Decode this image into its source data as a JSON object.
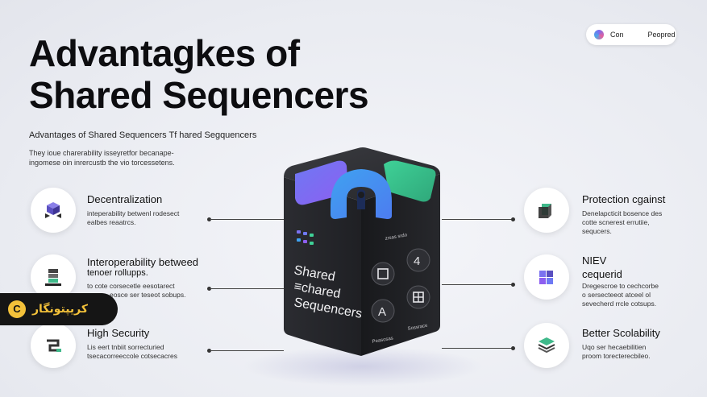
{
  "title_line1": "Advantagkes of",
  "title_line2": "Shared Sequencers",
  "subtitle": "Advantages of Shared Sequencers Tf hared Segquencers",
  "intro_line1": "They ioue charerability isseyretfor becanape-",
  "intro_line2": "ingomese oin inrercustb the vio torcessetens.",
  "pill": {
    "left_label": "Con",
    "right_label": "Peopred"
  },
  "left_features": [
    {
      "title": "Decentralization",
      "desc_line1": "inteperability betwenl rodesect",
      "desc_line2": "ealbes reaatrcs.",
      "icon": "cubes-icon"
    },
    {
      "title": "Interoperability betweed",
      "title_line2": "tenoer rollupps.",
      "desc_line1": "to cote corsecetle eesotarect",
      "desc_line2": "eosce ser teseot sobups.",
      "icon": "server-stack-icon"
    },
    {
      "title": "High Security",
      "desc_line1": "Lis eert tnbiit sorrecturied",
      "desc_line2": "tsecacorreeccole cotsecacres",
      "icon": "shield-icon"
    }
  ],
  "right_features": [
    {
      "title": "Protection cgainst",
      "desc_line1": "Denelapcticit bosence des",
      "desc_line2": "cotte scnerest errutiie,",
      "desc_line3": "sequcers.",
      "icon": "box-icon"
    },
    {
      "title": "NIEV",
      "title_line2": "cequerid",
      "desc_line1": "Dregescroe to cechcorbe",
      "desc_line2": "o sersecteeot atceel ol",
      "desc_line3": "sevecherd rrcle cotsups.",
      "icon": "puzzle-blocks-icon"
    },
    {
      "title": "Better Scolability",
      "desc_line1": "Uqo ser hecaebilitien",
      "desc_line2": "proom torecterecbileo.",
      "icon": "layers-icon"
    }
  ],
  "tower": {
    "label_line1": "Shared",
    "label_line2": "≡chared",
    "label_line3": "Sequencers",
    "small_top": "zrsas srdo",
    "bottom_left": "Peasosas",
    "bottom_right": "Sossrace"
  },
  "badge": {
    "text": "کریپتونگار",
    "logo": "C"
  },
  "colors": {
    "tower": "#222327",
    "accent_purple": "#7b72f0",
    "accent_blue": "#3fa2f0",
    "accent_green": "#3fb98a"
  }
}
